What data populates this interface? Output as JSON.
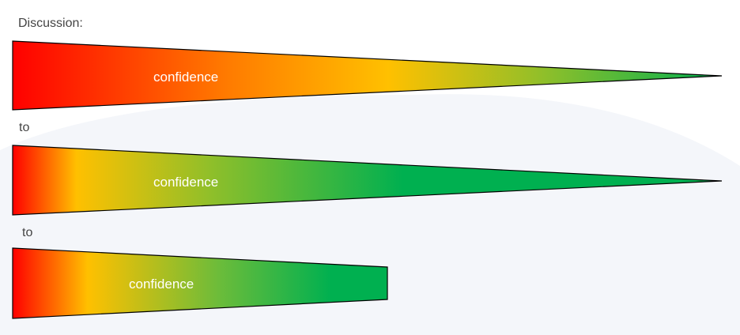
{
  "heading": "Discussion:",
  "connectors": [
    "to",
    "to"
  ],
  "wedges": [
    {
      "label": "confidence",
      "gradient": [
        {
          "offset": 0.0,
          "color": "#ff0000"
        },
        {
          "offset": 0.3,
          "color": "#ff7a00"
        },
        {
          "offset": 0.53,
          "color": "#ffc000"
        },
        {
          "offset": 0.75,
          "color": "#8fbf2a"
        },
        {
          "offset": 1.0,
          "color": "#00b050"
        }
      ]
    },
    {
      "label": "confidence",
      "gradient": [
        {
          "offset": 0.0,
          "color": "#ff0000"
        },
        {
          "offset": 0.09,
          "color": "#ffc000"
        },
        {
          "offset": 0.28,
          "color": "#8fbf2a"
        },
        {
          "offset": 0.55,
          "color": "#00b050"
        },
        {
          "offset": 1.0,
          "color": "#00b050"
        }
      ]
    },
    {
      "label": "confidence",
      "gradient": [
        {
          "offset": 0.0,
          "color": "#ff0000"
        },
        {
          "offset": 0.2,
          "color": "#ffc000"
        },
        {
          "offset": 0.55,
          "color": "#6cbc3a"
        },
        {
          "offset": 0.85,
          "color": "#00b050"
        },
        {
          "offset": 1.0,
          "color": "#00b050"
        }
      ]
    }
  ],
  "colors": {
    "outline": "#000000",
    "label_text": "#444444",
    "background_arc": "#f4f6fa"
  }
}
